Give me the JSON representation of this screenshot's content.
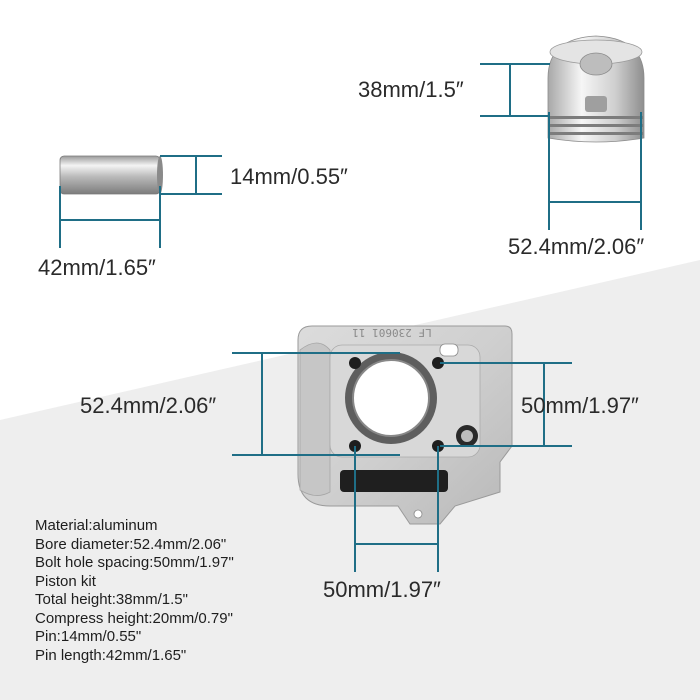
{
  "labels": {
    "piston_height": "38mm/1.5″",
    "piston_diameter": "52.4mm/2.06″",
    "pin_diameter": "14mm/0.55″",
    "pin_length": "42mm/1.65″",
    "cylinder_height": "52.4mm/2.06″",
    "bolt_spacing_vertical": "50mm/1.97″",
    "bolt_spacing_horizontal": "50mm/1.97″"
  },
  "specs": [
    "Material:aluminum",
    "Bore diameter:52.4mm/2.06\"",
    "Bolt hole spacing:50mm/1.97\"",
    "Piston kit",
    "Total height:38mm/1.5\"",
    "Compress height:20mm/0.79\"",
    "Pin:14mm/0.55\"",
    "Pin length:42mm/1.65\""
  ],
  "cylinder_stamp": "LF 230601 11",
  "colors": {
    "dimension_line": "#1f6e86",
    "background_band": "#eeeeee",
    "text": "#2a2a2a"
  }
}
